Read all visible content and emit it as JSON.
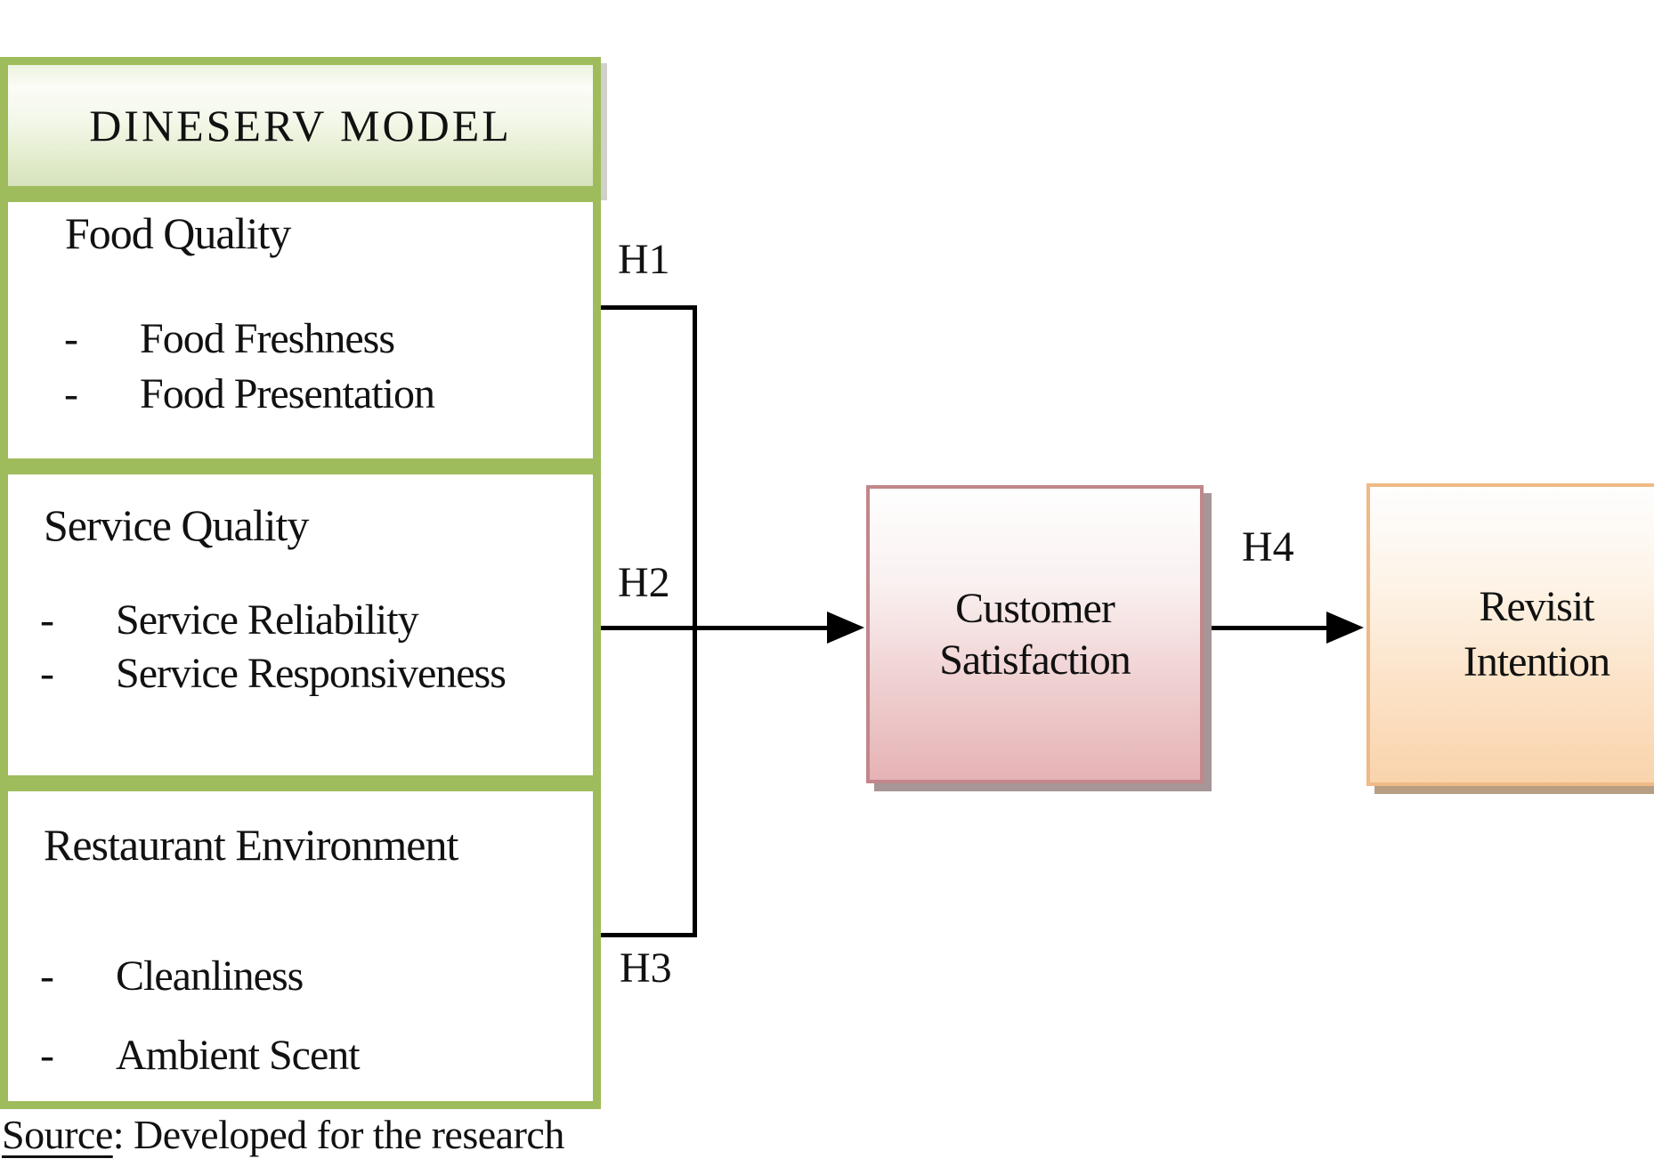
{
  "header": {
    "title": "DINESERV MODEL"
  },
  "marker": "-",
  "boxes": [
    {
      "title": "Food Quality",
      "bullets": [
        "Food Freshness",
        "Food Presentation"
      ]
    },
    {
      "title": "Service Quality",
      "bullets": [
        "Service Reliability",
        "Service Responsiveness"
      ]
    },
    {
      "title": "Restaurant Environment",
      "bullets": [
        "Cleanliness",
        "Ambient Scent"
      ]
    }
  ],
  "labels": {
    "h1": "H1",
    "h2": "H2",
    "h3": "H3",
    "h4": "H4"
  },
  "nodes": {
    "customer_satisfaction": {
      "line1": "Customer",
      "line2": "Satisfaction"
    },
    "revisit_intention": {
      "line1": "Revisit",
      "line2": "Intention"
    }
  },
  "source": {
    "label": "Source",
    "text": ": Developed for the research"
  },
  "colors": {
    "box_border_green": "#9fbc5c",
    "satisfaction_border_pink": "#c1878a",
    "revisit_border_orange": "#efba87",
    "connector_black": "#000000"
  }
}
